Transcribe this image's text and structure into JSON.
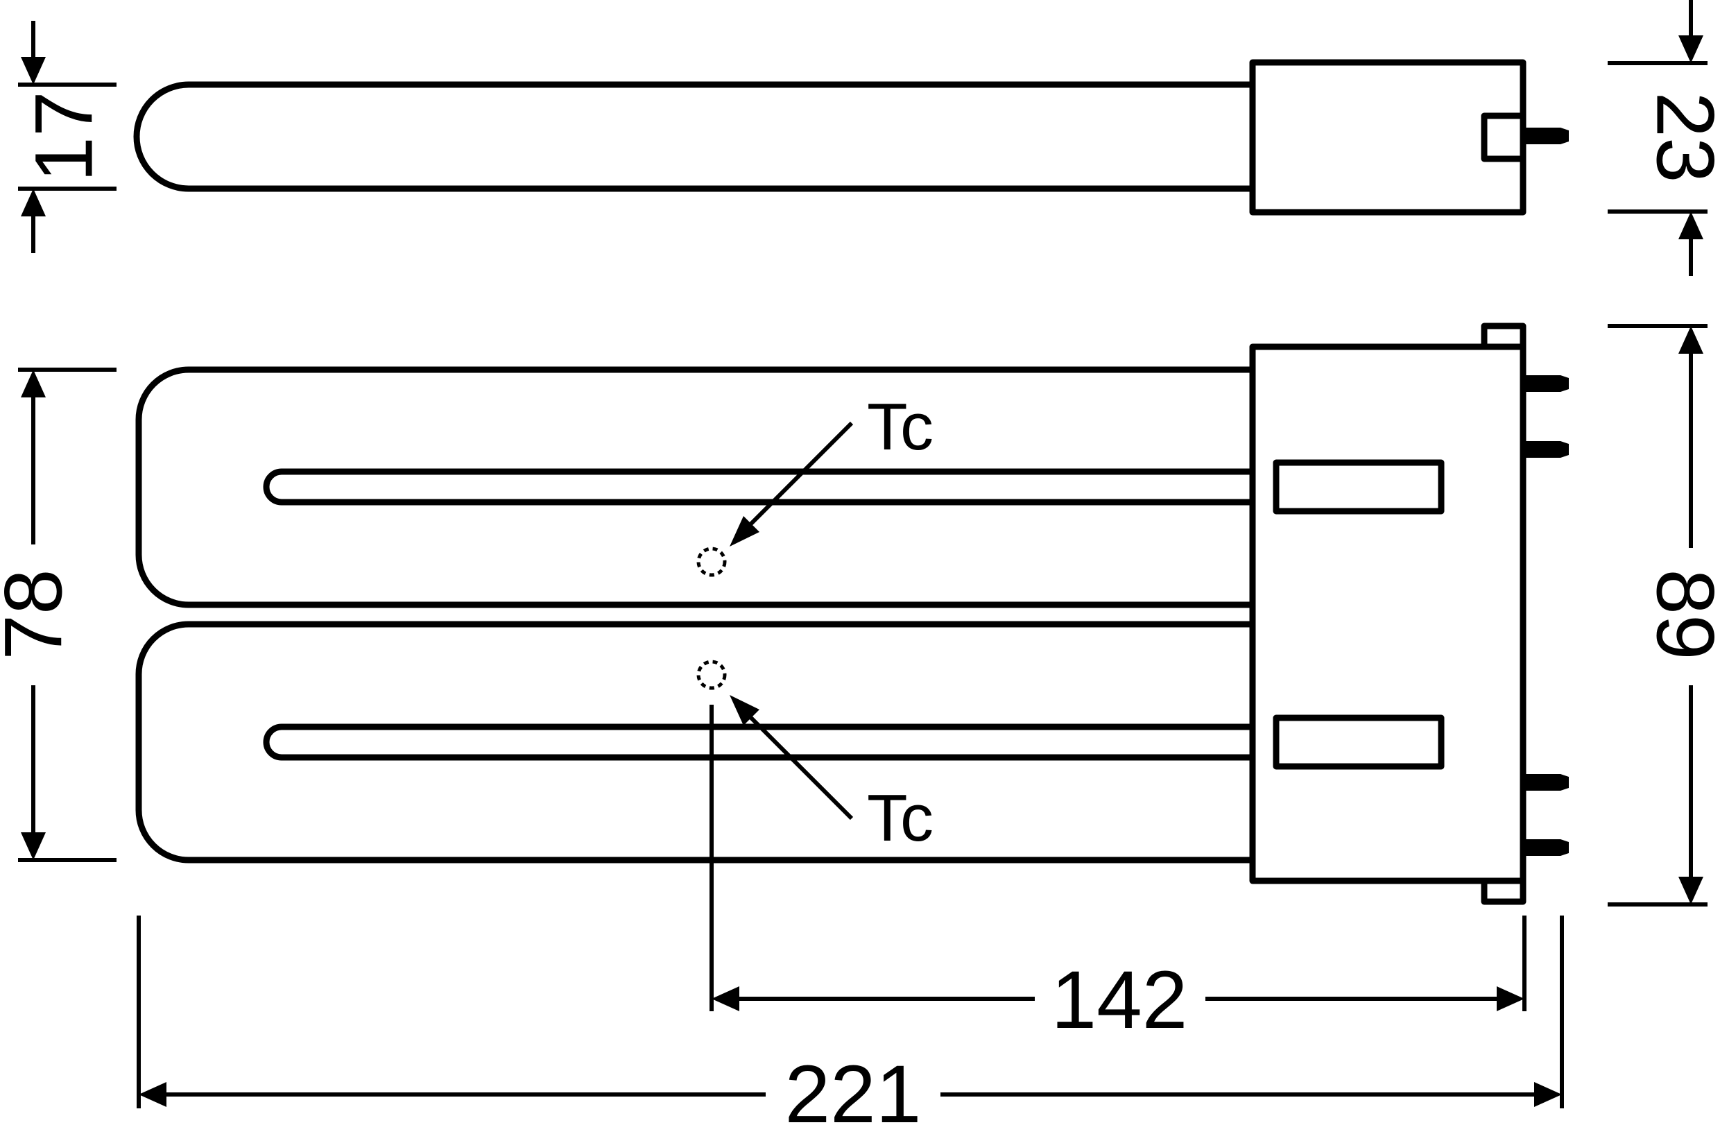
{
  "dimensions": {
    "tube_diameter": "17",
    "base_height_top": "23",
    "tube_block_height": "78",
    "base_height_front": "89",
    "pin_distance": "142",
    "overall_length": "221"
  },
  "labels": {
    "tc_upper": "Tc",
    "tc_lower": "Tc"
  },
  "colors": {
    "line": "#000000",
    "background": "#ffffff"
  }
}
